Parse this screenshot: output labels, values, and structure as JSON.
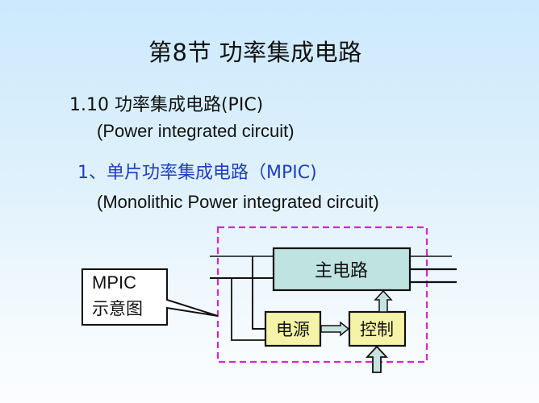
{
  "slide": {
    "title": "第8节  功率集成电路",
    "section": "1.10  功率集成电路(PIC)",
    "section_en": "(Power integrated circuit)",
    "subsection": "1、单片功率集成电路（MPIC)",
    "subsection_en": "(Monolithic Power integrated circuit)"
  },
  "diagram": {
    "callout_line1": "MPIC",
    "callout_line2": "示意图",
    "main_circuit": "主电路",
    "power_supply": "电源",
    "control": "控制",
    "colors": {
      "main_fill": "#bfe3e0",
      "small_box_fill": "#f5f3a8",
      "arrow_fill": "#c6e3e2",
      "dashed_border": "#dd22cc",
      "subsection_text": "#1f3fbf"
    }
  }
}
